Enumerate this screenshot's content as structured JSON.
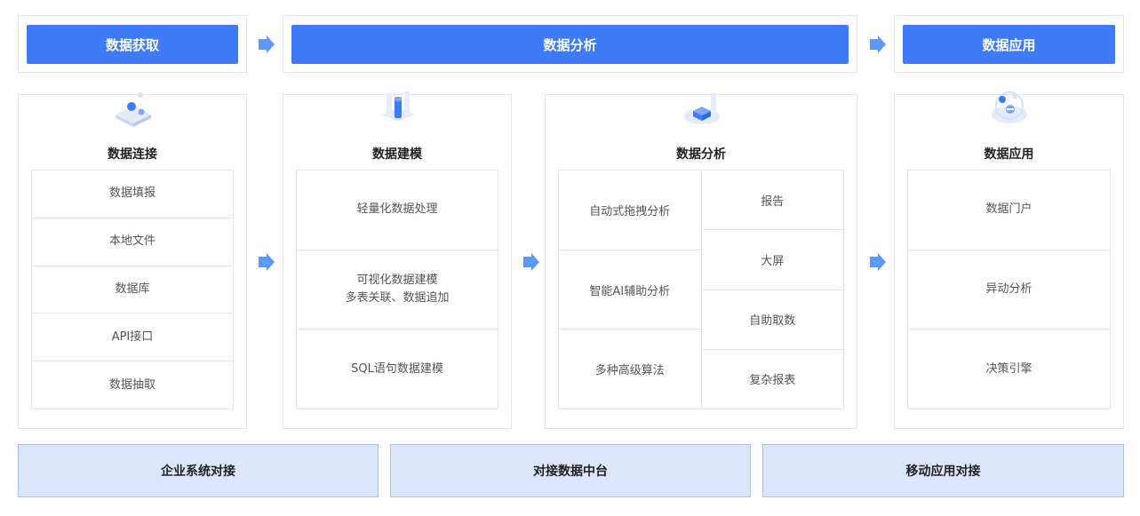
{
  "header": {
    "acquire": "数据获取",
    "analysis": "数据分析",
    "application": "数据应用"
  },
  "cards": {
    "connect": {
      "icon": "data-connection-icon",
      "title": "数据连接",
      "items": [
        "数据填报",
        "本地文件",
        "数据库",
        "API接口",
        "数据抽取"
      ]
    },
    "modeling": {
      "icon": "data-modeling-icon",
      "title": "数据建模",
      "items": [
        "轻量化数据处理",
        "可视化数据建模",
        "多表关联、数据追加",
        "SQL语句数据建模"
      ]
    },
    "analysis": {
      "icon": "data-analysis-icon",
      "title": "数据分析",
      "left": [
        "自动式拖拽分析",
        "智能AI辅助分析",
        "多种高级算法"
      ],
      "right": [
        "报告",
        "大屏",
        "自助取数",
        "复杂报表"
      ]
    },
    "application": {
      "icon": "data-application-icon",
      "title": "数据应用",
      "items": [
        "数据门户",
        "异动分析",
        "决策引擎"
      ]
    }
  },
  "bottom": [
    "企业系统对接",
    "对接数据中台",
    "移动应用对接"
  ],
  "colors": {
    "primary": "#3d7cf4",
    "arrow": "#5b9af7",
    "bottom_bg": "#dbe6fb",
    "border": "#e3e6ec"
  }
}
